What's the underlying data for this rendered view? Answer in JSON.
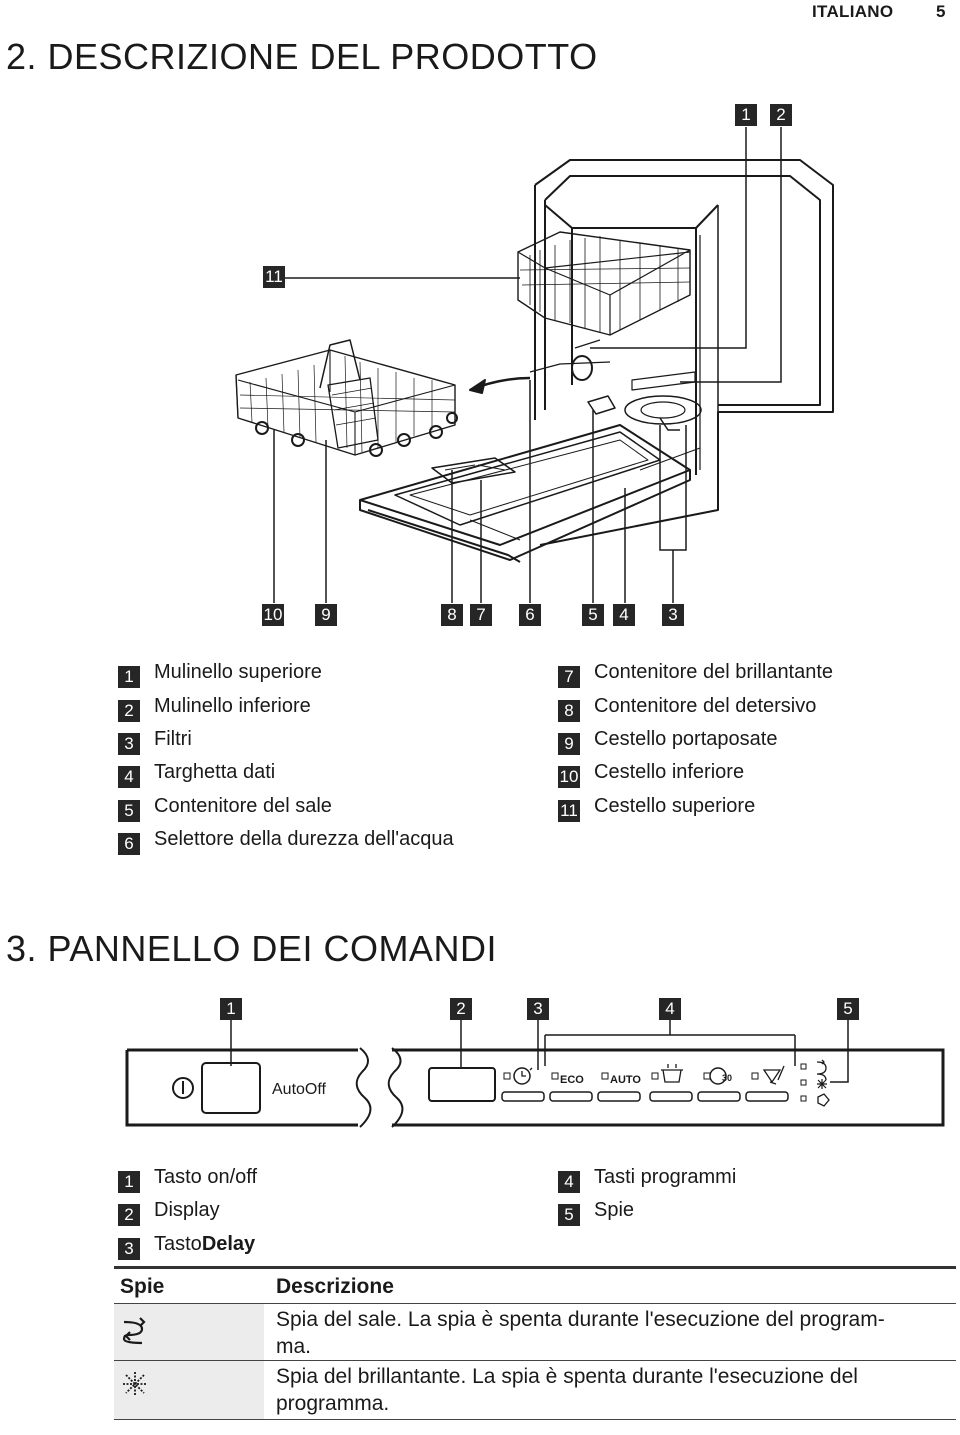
{
  "header": {
    "language": "ITALIANO",
    "page": "5"
  },
  "section2": {
    "title": "2. DESCRIZIONE DEL PRODOTTO",
    "callouts_top": [
      "1",
      "2"
    ],
    "callout_11": "11",
    "callouts_bottom": [
      "10",
      "9",
      "8",
      "7",
      "6",
      "5",
      "4",
      "3"
    ],
    "legend_left": [
      {
        "num": "1",
        "text": "Mulinello superiore"
      },
      {
        "num": "2",
        "text": "Mulinello inferiore"
      },
      {
        "num": "3",
        "text": "Filtri"
      },
      {
        "num": "4",
        "text": "Targhetta dati"
      },
      {
        "num": "5",
        "text": "Contenitore del sale"
      },
      {
        "num": "6",
        "text": "Selettore della durezza dell'acqua"
      }
    ],
    "legend_right": [
      {
        "num": "7",
        "text": "Contenitore del brillantante"
      },
      {
        "num": "8",
        "text": "Contenitore del detersivo"
      },
      {
        "num": "9",
        "text": "Cestello portaposate"
      },
      {
        "num": "10",
        "text": "Cestello inferiore"
      },
      {
        "num": "11",
        "text": "Cestello superiore"
      }
    ]
  },
  "section3": {
    "title": "3. PANNELLO DEI COMANDI",
    "callouts": [
      "1",
      "2",
      "3",
      "4",
      "5"
    ],
    "panel": {
      "autooff": "AutoOff",
      "eco": "ECO",
      "auto": "AUTO",
      "p30": "30"
    },
    "legend_left": [
      {
        "num": "1",
        "text": "Tasto on/off"
      },
      {
        "num": "2",
        "text": "Display"
      },
      {
        "num": "3",
        "text_plain": "Tasto",
        "text_bold": "Delay"
      }
    ],
    "legend_right": [
      {
        "num": "4",
        "text": "Tasti programmi"
      },
      {
        "num": "5",
        "text": "Spie"
      }
    ]
  },
  "table": {
    "head_spie": "Spie",
    "head_desc": "Descrizione",
    "rows": [
      {
        "icon": "salt-indicator-icon",
        "desc": "Spia del sale. La spia è spenta durante l'esecuzione del program-",
        "desc2": "ma."
      },
      {
        "icon": "rinse-aid-indicator-icon",
        "desc": "Spia del brillantante. La spia è spenta durante l'esecuzione del",
        "desc2": "programma."
      }
    ]
  }
}
